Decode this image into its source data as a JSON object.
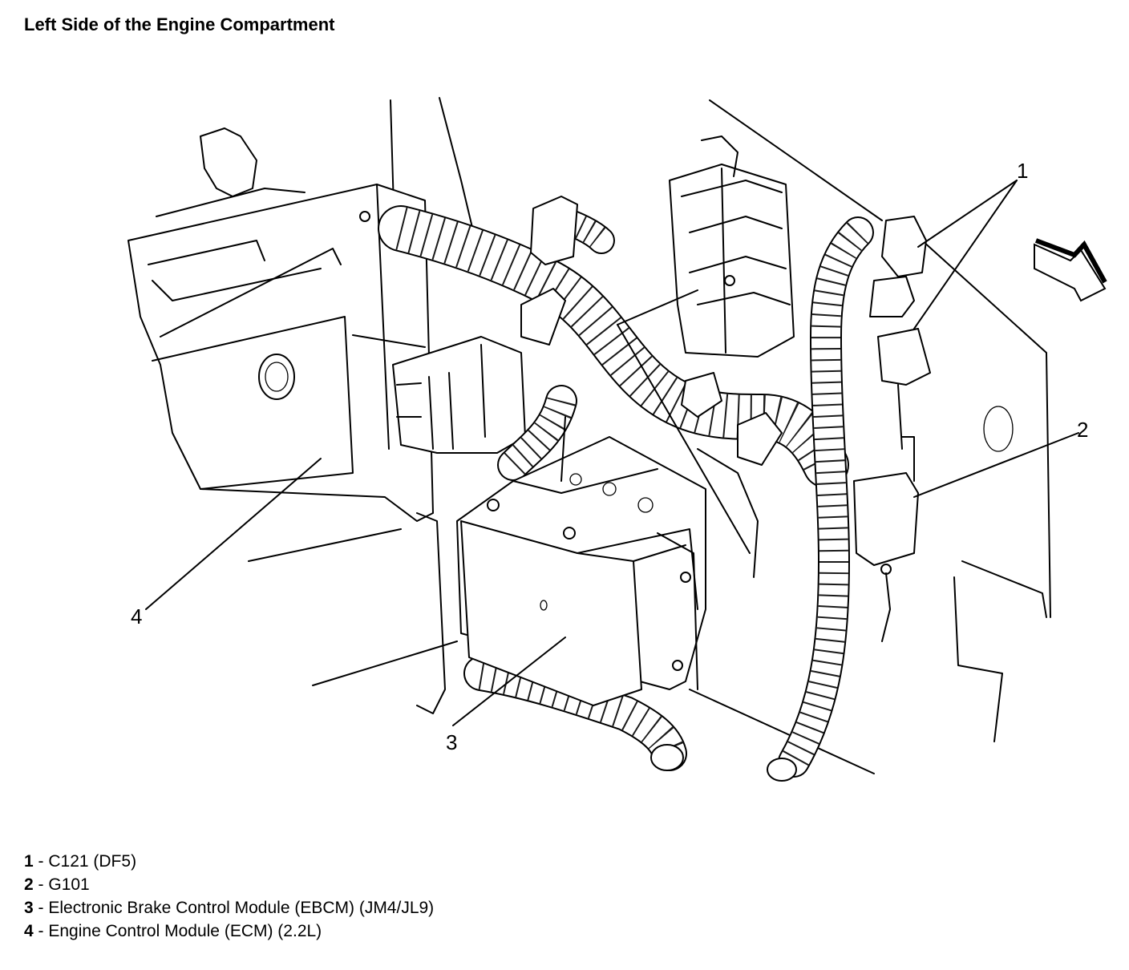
{
  "title": "Left Side of the Engine Compartment",
  "callouts": {
    "c1": "1",
    "c2": "2",
    "c3": "3",
    "c4": "4"
  },
  "legend": [
    {
      "num": "1",
      "sep": " - ",
      "text": "C121 (DF5)"
    },
    {
      "num": "2",
      "sep": " - ",
      "text": "G101"
    },
    {
      "num": "3",
      "sep": " - ",
      "text": "Electronic Brake Control Module (EBCM) (JM4/JL9)"
    },
    {
      "num": "4",
      "sep": " - ",
      "text": "Engine Control Module (ECM) (2.2L)"
    }
  ],
  "icons": {
    "arrow": "forward-direction-arrow-icon"
  }
}
